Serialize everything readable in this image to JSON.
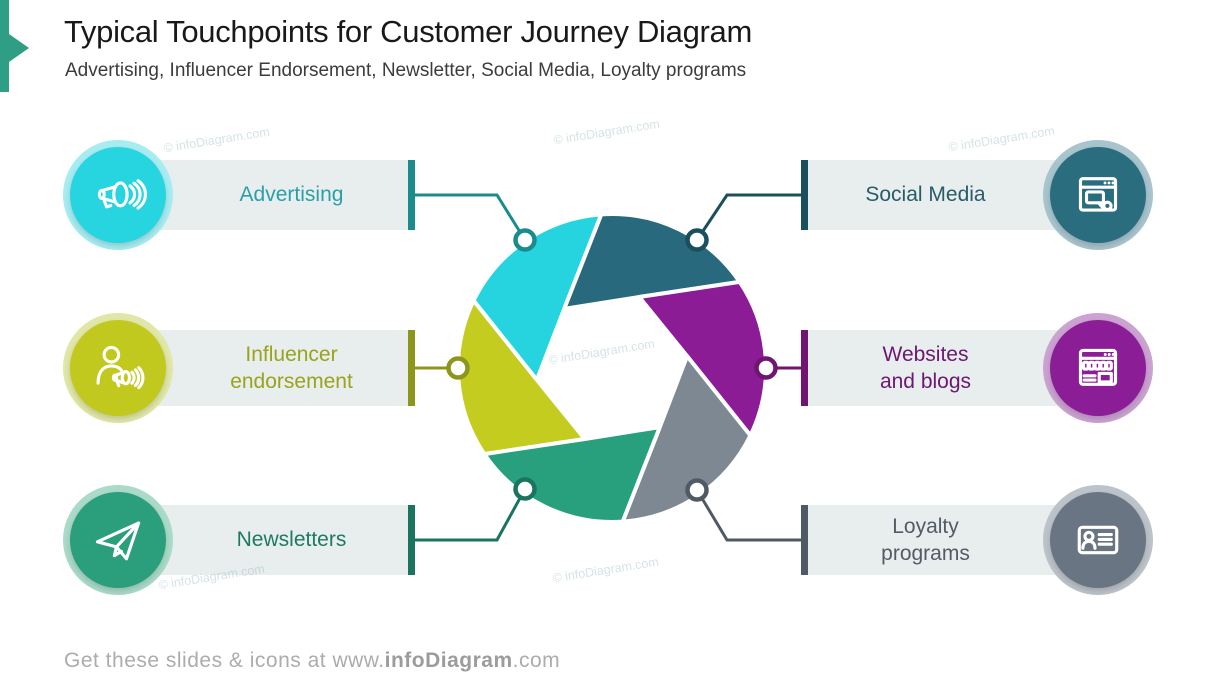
{
  "slide": {
    "title": "Typical Touchpoints for Customer Journey Diagram",
    "subtitle": "Advertising, Influencer Endorsement, Newsletter, Social Media, Loyalty programs"
  },
  "watermark_text": "© infoDiagram.com",
  "footer": {
    "prefix": "Get these slides & icons at www.",
    "brand": "infoDiagram",
    "suffix": ".com"
  },
  "edge_marker_color": "#2E9E85",
  "bar_background": "#E8EDEE",
  "touchpoints": [
    {
      "id": "advertising",
      "label": "Advertising",
      "side": "left",
      "icon": "megaphone-icon",
      "colors": {
        "main": "#26D5E0",
        "halo": "#A7ECF1",
        "text": "#2B9FA8",
        "accent": "#1A8C8C"
      }
    },
    {
      "id": "influencer-endorsement",
      "label": "Influencer\nendorsement",
      "side": "left",
      "icon": "influencer-megaphone-icon",
      "colors": {
        "main": "#C1C91F",
        "halo": "#E0E7A8",
        "text": "#99A31B",
        "accent": "#8C961A"
      }
    },
    {
      "id": "newsletters",
      "label": "Newsletters",
      "side": "left",
      "icon": "paper-plane-icon",
      "colors": {
        "main": "#2B9E7C",
        "halo": "#AADAC8",
        "text": "#1F7A63",
        "accent": "#1B7460"
      }
    },
    {
      "id": "social-media",
      "label": "Social Media",
      "side": "right",
      "icon": "browser-chat-icon",
      "colors": {
        "main": "#2A6D7F",
        "halo": "#A8C4CD",
        "text": "#2A5B68",
        "accent": "#1C4F5E"
      }
    },
    {
      "id": "websites-and-blogs",
      "label": "Websites\nand blogs",
      "side": "right",
      "icon": "browser-blog-icon",
      "colors": {
        "main": "#8B1E96",
        "halo": "#CBA2D1",
        "text": "#6C1873",
        "accent": "#701670"
      }
    },
    {
      "id": "loyalty-programs",
      "label": "Loyalty\nprograms",
      "side": "right",
      "icon": "id-card-icon",
      "colors": {
        "main": "#6A7583",
        "halo": "#BDC3CA",
        "text": "#525C66",
        "accent": "#505A64"
      }
    }
  ],
  "aperture": {
    "type": "camera-shutter-6-blades",
    "blades": [
      {
        "touchpoint": "influencer-endorsement",
        "color": "#C3CC1F",
        "start_angle": 146
      },
      {
        "touchpoint": "advertising",
        "color": "#25D4DF",
        "start_angle": 206
      },
      {
        "touchpoint": "social-media",
        "color": "#28697E",
        "start_angle": 266
      },
      {
        "touchpoint": "websites-and-blogs",
        "color": "#8C1C96",
        "start_angle": 326
      },
      {
        "touchpoint": "loyalty-programs",
        "color": "#7E8893",
        "start_angle": 26
      },
      {
        "touchpoint": "newsletters",
        "color": "#28A07D",
        "start_angle": 86
      }
    ]
  }
}
